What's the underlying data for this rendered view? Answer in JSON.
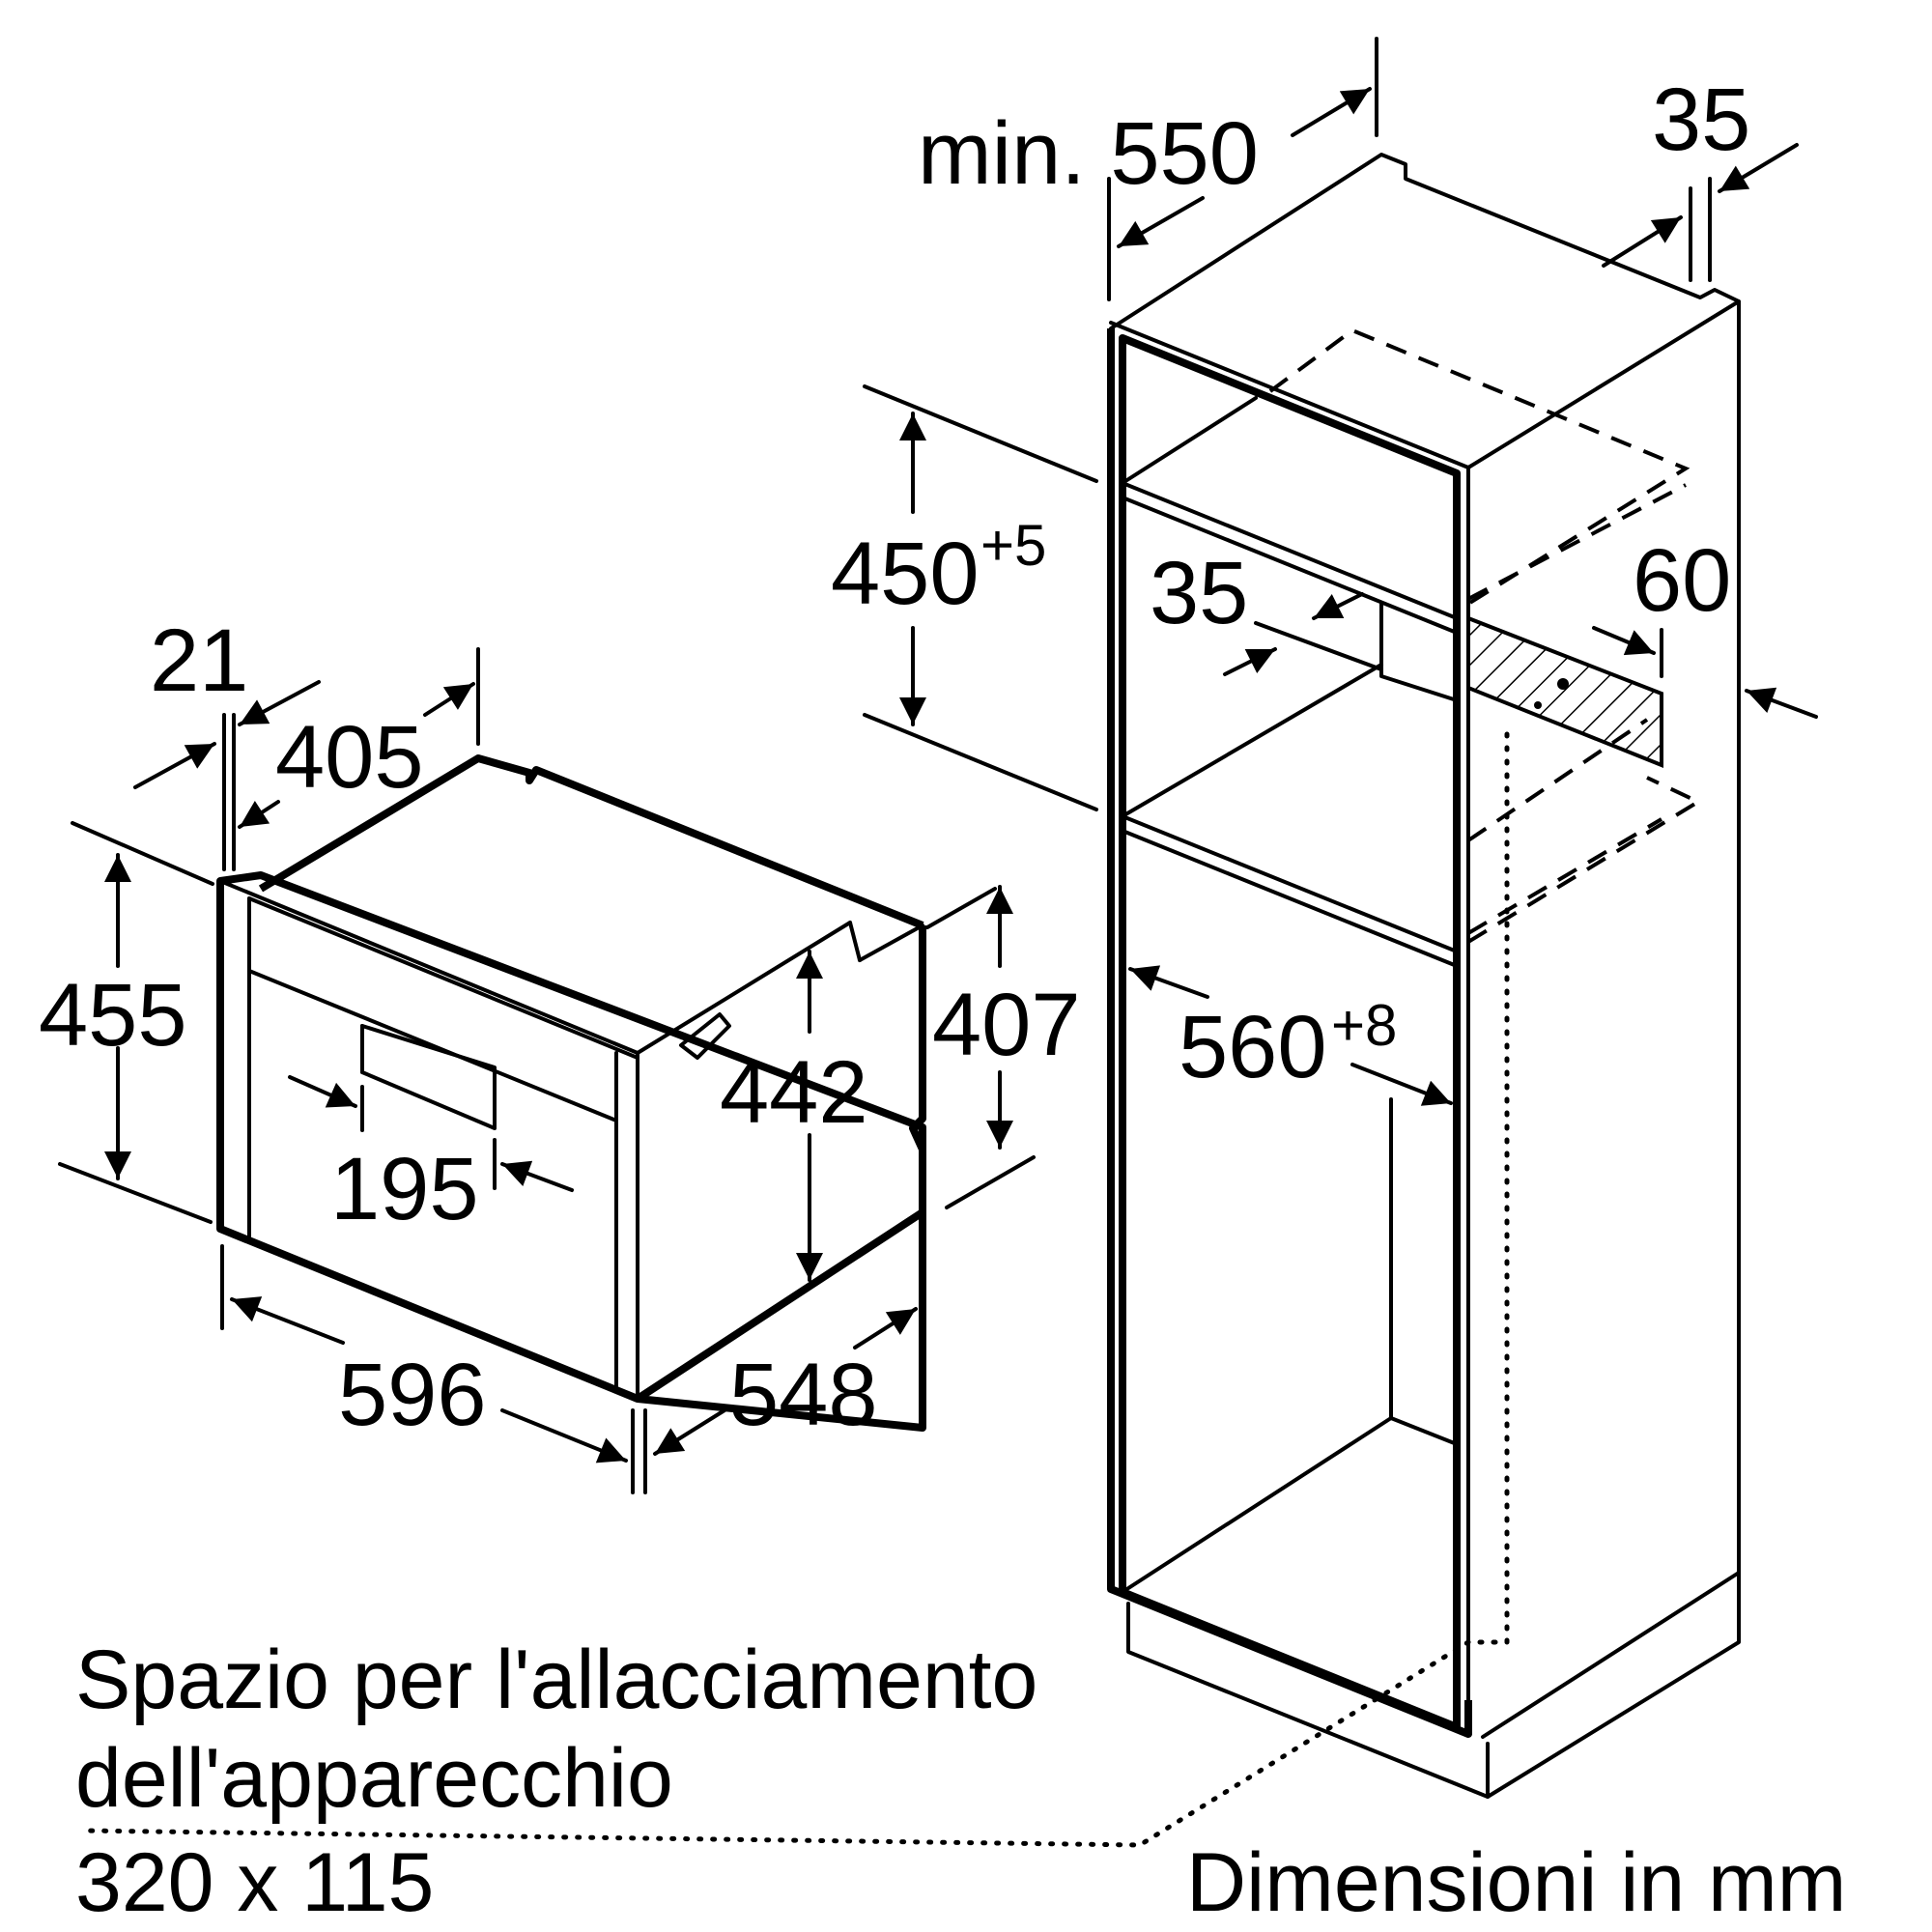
{
  "dimensions": {
    "min_550": "min. 550",
    "top_35": "35",
    "niche_450": "450",
    "niche_450_tol": "+5",
    "inner_35": "35",
    "vent_60": "60",
    "niche_560": "560",
    "niche_560_tol": "+8",
    "d21": "21",
    "d405": "405",
    "d455": "455",
    "d407": "407",
    "d442": "442",
    "d195": "195",
    "d596": "596",
    "d548": "548"
  },
  "caption": {
    "line1": "Spazio per l'allacciamento",
    "line2": "dell'apparecchio",
    "line3": "320 x 115",
    "units": "Dimensioni in mm"
  }
}
